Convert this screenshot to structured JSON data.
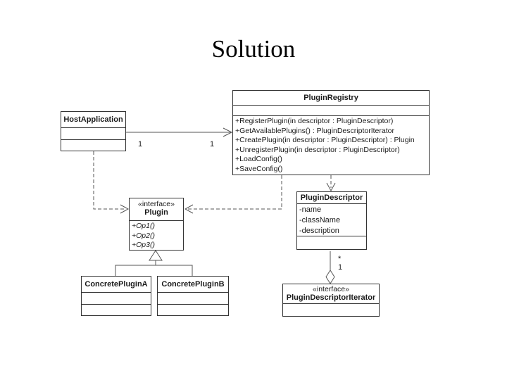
{
  "slide": {
    "title": "Solution"
  },
  "classes": {
    "host_application": {
      "name": "HostApplication"
    },
    "plugin_registry": {
      "name": "PluginRegistry",
      "methods": [
        "+RegisterPlugin(in descriptor : PluginDescriptor)",
        "+GetAvailablePlugins() : PluginDescriptorIterator",
        "+CreatePlugin(in descriptor : PluginDescriptor) : Plugin",
        "+UnregisterPlugin(in descriptor : PluginDescriptor)",
        "+LoadConfig()",
        "+SaveConfig()"
      ]
    },
    "plugin": {
      "stereotype": "«interface»",
      "name": "Plugin",
      "methods": [
        "+Op1()",
        "+Op2()",
        "+Op3()"
      ]
    },
    "plugin_descriptor": {
      "name": "PluginDescriptor",
      "attributes": [
        "-name",
        "-className",
        "-description"
      ]
    },
    "concrete_plugin_a": {
      "name": "ConcretePluginA"
    },
    "concrete_plugin_b": {
      "name": "ConcretePluginB"
    },
    "plugin_descriptor_iterator": {
      "stereotype": "«interface»",
      "name": "PluginDescriptorIterator"
    }
  },
  "multiplicities": {
    "host_to_registry_near_host": "1",
    "host_to_registry_near_registry": "1",
    "descriptor_to_iterator_star": "*",
    "descriptor_to_iterator_one": "1"
  },
  "colors": {
    "background": "#ffffff",
    "box_border": "#333333",
    "connector": "#555555",
    "text": "#1a1a1a"
  }
}
